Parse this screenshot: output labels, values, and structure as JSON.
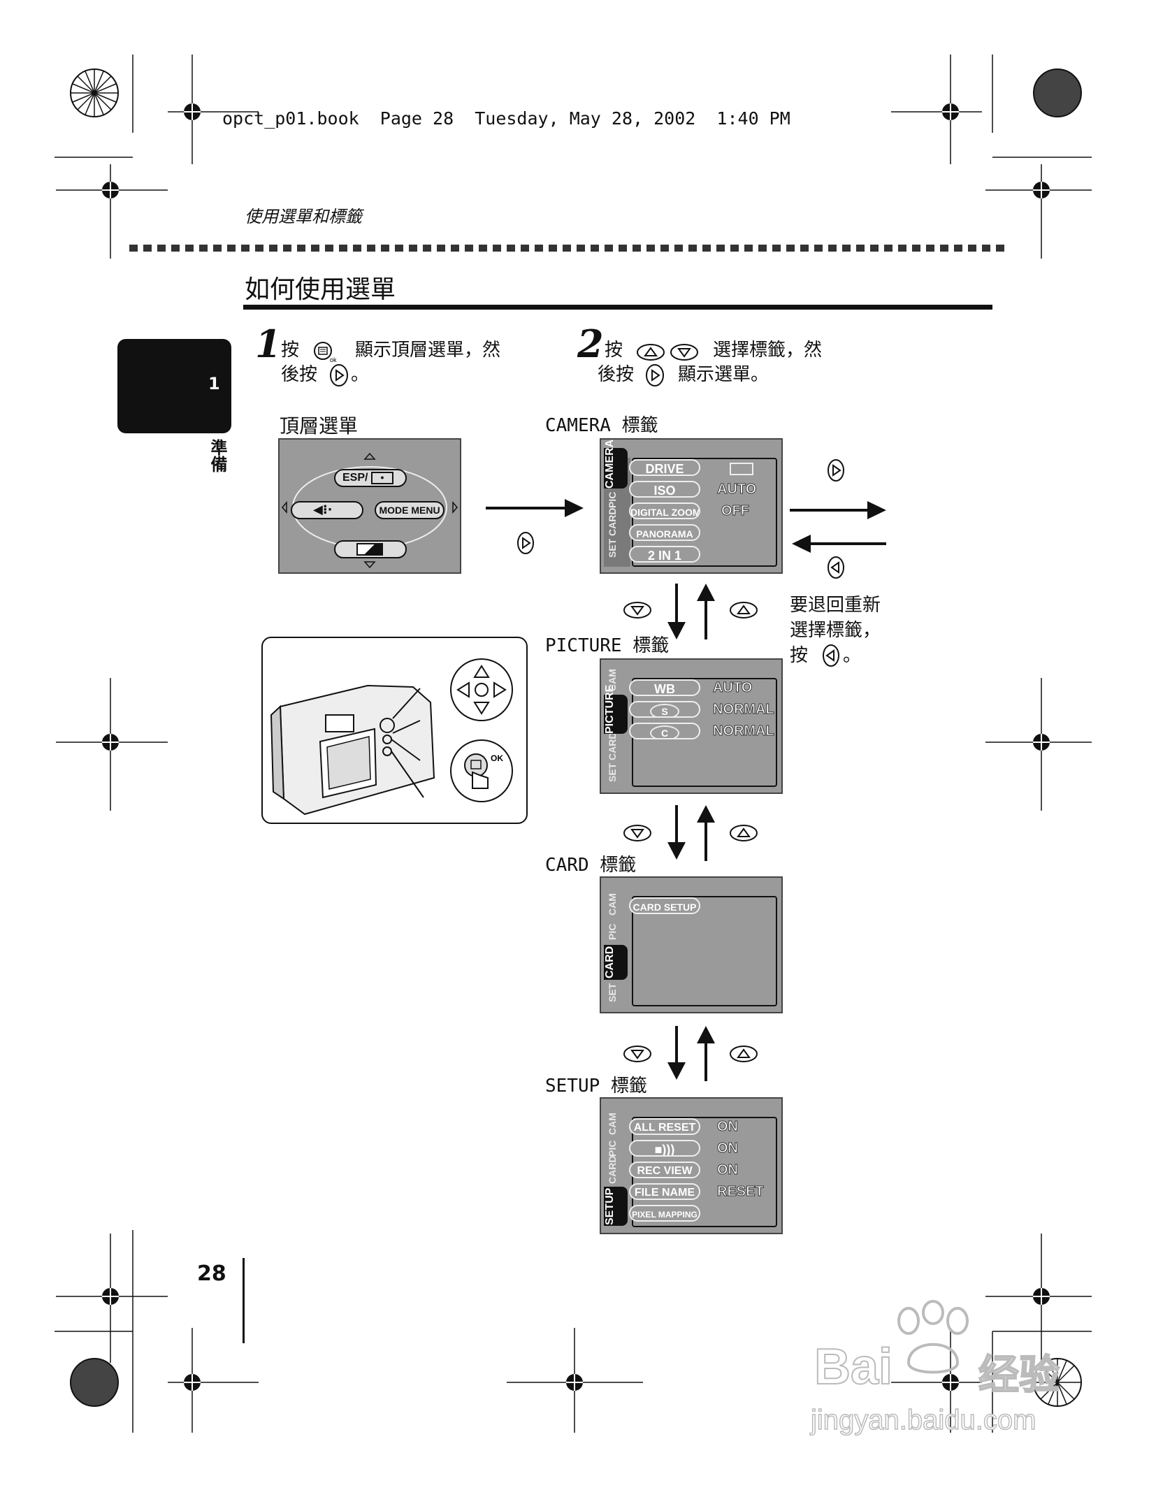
{
  "header": {
    "file_info": "opct_p01.book  Page 28  Tuesday, May 28, 2002  1:40 PM",
    "section_title": "使用選單和標籤"
  },
  "page": {
    "title": "如何使用選單",
    "page_number": "28"
  },
  "side_tab": {
    "chapter": "1",
    "label": "準備"
  },
  "steps": [
    {
      "number": "1",
      "line1_a": "按",
      "line1_b": "顯示頂層選單，然",
      "line2_a": "後按",
      "line2_b": "。"
    },
    {
      "number": "2",
      "line1_a": "按",
      "line1_b": "選擇標籤，然",
      "line2_a": "後按",
      "line2_b": "顯示選單。"
    }
  ],
  "top_menu": {
    "label": "頂層選單",
    "esp_button": "ESP/",
    "mode_menu_button": "MODE MENU"
  },
  "tabs": {
    "camera": {
      "label": "CAMERA 標籤",
      "tab_names": [
        "SET",
        "CARD",
        "PIC",
        "CAMERA"
      ],
      "items": [
        {
          "name": "DRIVE",
          "value": ""
        },
        {
          "name": "ISO",
          "value": "AUTO"
        },
        {
          "name": "DIGITAL ZOOM",
          "value": "OFF"
        },
        {
          "name": "PANORAMA",
          "value": ""
        },
        {
          "name": "2  IN  1",
          "value": ""
        }
      ]
    },
    "picture": {
      "label": "PICTURE 標籤",
      "tab_names": [
        "SET",
        "CARD",
        "PICTURE",
        "CAM"
      ],
      "items": [
        {
          "name": "WB",
          "value": "AUTO"
        },
        {
          "name": "S",
          "value": "NORMAL"
        },
        {
          "name": "C",
          "value": "NORMAL"
        }
      ]
    },
    "card": {
      "label": "CARD 標籤",
      "tab_names": [
        "SET",
        "CARD",
        "PIC",
        "CAM"
      ],
      "items": [
        {
          "name": "CARD SETUP",
          "value": ""
        }
      ]
    },
    "setup": {
      "label": "SETUP 標籤",
      "tab_names": [
        "SETUP",
        "CARD",
        "PIC",
        "CAM"
      ],
      "items": [
        {
          "name": "ALL  RESET",
          "value": "ON"
        },
        {
          "name": "",
          "value": "ON"
        },
        {
          "name": "REC  VIEW",
          "value": "ON"
        },
        {
          "name": "FILE  NAME",
          "value": "RESET"
        },
        {
          "name": "PIXEL MAPPING",
          "value": ""
        }
      ]
    }
  },
  "return_note": {
    "line1": "要退回重新",
    "line2": "選擇標籤，",
    "line3_a": "按",
    "line3_b": "。"
  },
  "camera_illustration": {
    "ok_label": "OK"
  },
  "watermark": {
    "brand": "Bai",
    "brand_cn": "经验",
    "url": "jingyan.baidu.com"
  }
}
